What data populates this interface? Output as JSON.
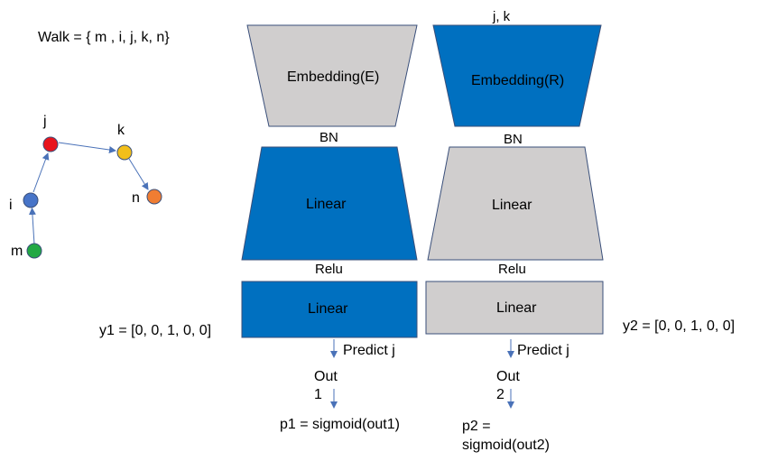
{
  "walk": "Walk = { m , i, j, k, n}",
  "graph": {
    "nodes": [
      {
        "label": "j",
        "color": "#e8141c"
      },
      {
        "label": "k",
        "color": "#f2bf1a"
      },
      {
        "label": "i",
        "color": "#4774c8"
      },
      {
        "label": "n",
        "color": "#f07d32"
      },
      {
        "label": "m",
        "color": "#22a844"
      }
    ],
    "edge_color": "#4a72b8"
  },
  "left_stack": {
    "embedding": "Embedding(E)",
    "bn": "BN",
    "linear1": "Linear",
    "relu": "Relu",
    "linear2": "Linear",
    "target": "y1 = [0, 0, 1, 0, 0]",
    "predict": "Predict j",
    "out": "Out\n1",
    "prob": "p1 = sigmoid(out1)"
  },
  "right_stack": {
    "context": "j, k",
    "embedding": "Embedding(R)",
    "bn": "BN",
    "linear1": "Linear",
    "relu": "Relu",
    "linear2": "Linear",
    "target": "y2 = [0, 0, 1, 0, 0]",
    "predict": "Predict j",
    "out": "Out\n2",
    "prob": "p2 =\nsigmoid(out2)"
  },
  "colors": {
    "blue": "#0070c0",
    "gray": "#d0cece",
    "outline": "#3a4f7a",
    "arrow": "#4a72b8"
  }
}
